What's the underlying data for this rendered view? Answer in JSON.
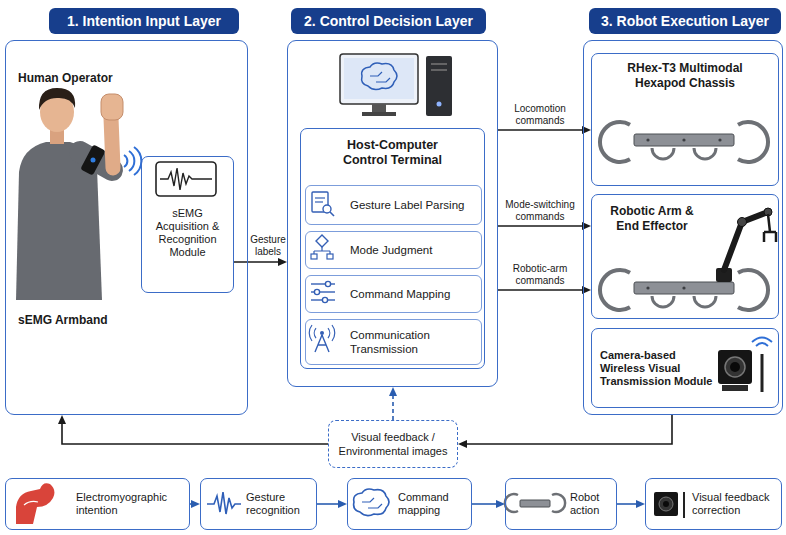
{
  "diagram": {
    "nodes": [
      {
        "text": [
          "1. Intention Input Layer",
          "Human Operator",
          "sEMG Armband"
        ]
      },
      {
        "text": [
          "sEMG Acquisition & Recognition Module"
        ],
        "in": 0
      },
      {
        "text": [
          "2. Control Decision Layer"
        ]
      },
      {
        "text": [
          "Host-Computer Control Terminal"
        ],
        "in": 2
      },
      {
        "text": [
          "Gesture Label Parsing"
        ],
        "in": 3
      },
      {
        "text": [
          "Mode Judgment"
        ],
        "in": 3
      },
      {
        "text": [
          "Command Mapping"
        ],
        "in": 3
      },
      {
        "text": [
          "Communication Transmission"
        ],
        "in": 3
      },
      {
        "text": [
          "3. Robot Execution Layer"
        ]
      },
      {
        "text": [
          "RHex-T3 Multimodal Hexapod Chassis"
        ],
        "in": 8
      },
      {
        "text": [
          "Robotic Arm & End Effector"
        ],
        "in": 8
      },
      {
        "text": [
          "Camera-based Wireless Visual Transmission Module"
        ],
        "in": 8
      },
      {
        "text": [
          "Visual feedback / Environmental images"
        ]
      },
      {
        "text": [
          "Electromyographic intention"
        ]
      },
      {
        "text": [
          "Gesture recognition"
        ]
      },
      {
        "text": [
          "Command mapping"
        ]
      },
      {
        "text": [
          "Robot action"
        ]
      },
      {
        "text": [
          "Visual feedback correction"
        ]
      }
    ],
    "edges": [
      {
        "from": 1,
        "to": 2,
        "label": "Gesture labels",
        "arrow": "to"
      },
      {
        "from": 2,
        "to": 9,
        "label": "Locomotion commands",
        "arrow": "to"
      },
      {
        "from": 2,
        "to": 10,
        "label": "Mode-switching commands",
        "arrow": "to"
      },
      {
        "from": 2,
        "to": 10,
        "label": "Robotic-arm commands",
        "arrow": "to"
      },
      {
        "from": 8,
        "to": 12,
        "arrow": "to"
      },
      {
        "from": 12,
        "to": 0,
        "arrow": "to"
      },
      {
        "from": 12,
        "to": 2,
        "arrow": "to"
      },
      {
        "from": 13,
        "to": 14,
        "arrow": "to"
      },
      {
        "from": 14,
        "to": 15,
        "arrow": "to"
      },
      {
        "from": 15,
        "to": 16,
        "arrow": "to"
      },
      {
        "from": 16,
        "to": 17,
        "arrow": "to"
      }
    ]
  }
}
